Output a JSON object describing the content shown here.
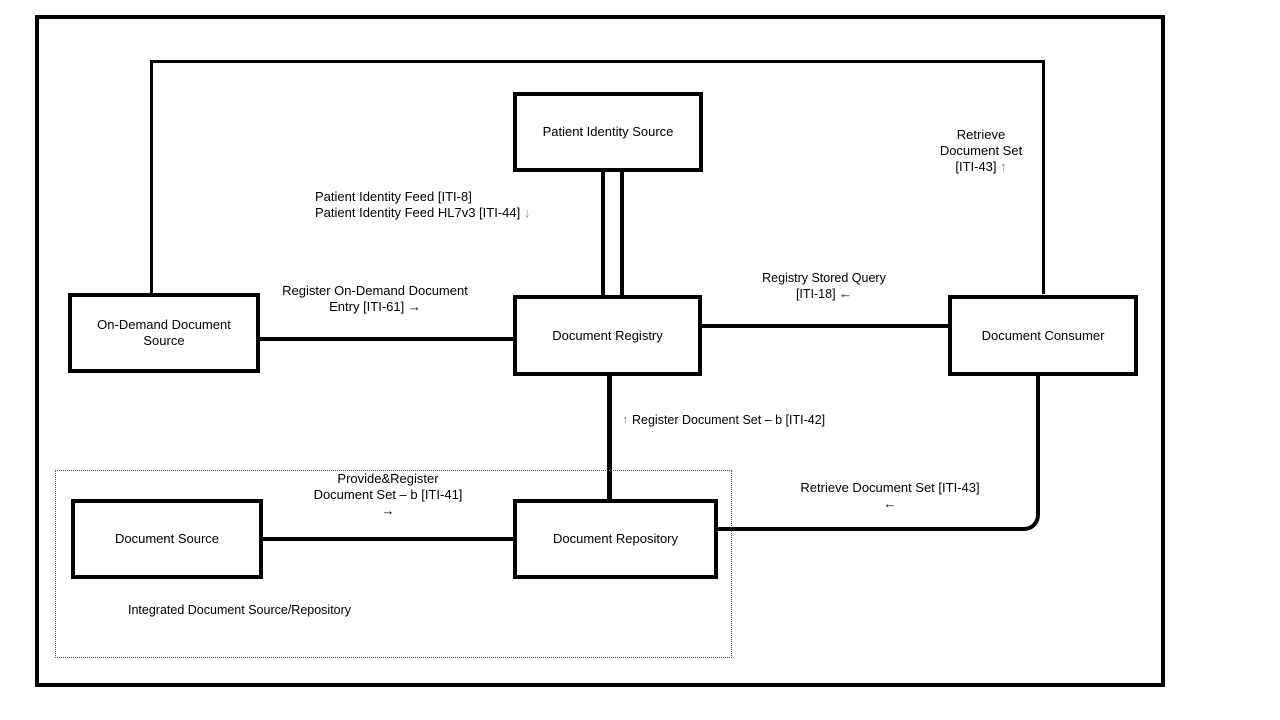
{
  "actors": {
    "patient_identity_source": "Patient Identity Source",
    "on_demand_document_source": "On-Demand Document Source",
    "document_registry": "Document Registry",
    "document_consumer": "Document Consumer",
    "document_source": "Document Source",
    "document_repository": "Document Repository"
  },
  "transactions": {
    "patient_identity_feed": {
      "line1": "Patient Identity Feed [ITI-8]",
      "line2": "Patient Identity Feed HL7v3  [ITI-44]",
      "arrow": "↓"
    },
    "register_on_demand_entry": {
      "line1": "Register On-Demand Document",
      "line2": "Entry [ITI-61]",
      "arrow": "→"
    },
    "registry_stored_query": {
      "line1": "Registry Stored Query",
      "line2": "[ITI-18]",
      "arrow": "←"
    },
    "retrieve_document_set_on_demand": {
      "line1": "Retrieve",
      "line2": "Document Set",
      "line3": "[ITI-43]",
      "arrow": "↑"
    },
    "register_document_set_b": {
      "arrow": "↑",
      "text": "Register Document Set – b [ITI-42]"
    },
    "provide_and_register": {
      "line1": "Provide&Register",
      "line2": "Document Set – b [ITI-41]",
      "arrow": "→"
    },
    "retrieve_document_set_repository": {
      "line1": "Retrieve Document Set [ITI-43]",
      "arrow": "←"
    }
  },
  "grouping": {
    "integrated_source_repository": "Integrated Document Source/Repository"
  },
  "colors": {
    "line": "#000000",
    "box_border": "#000000",
    "gray_arrow": "#8c8c8c",
    "dotted_border": "#555555",
    "background": "#ffffff"
  }
}
